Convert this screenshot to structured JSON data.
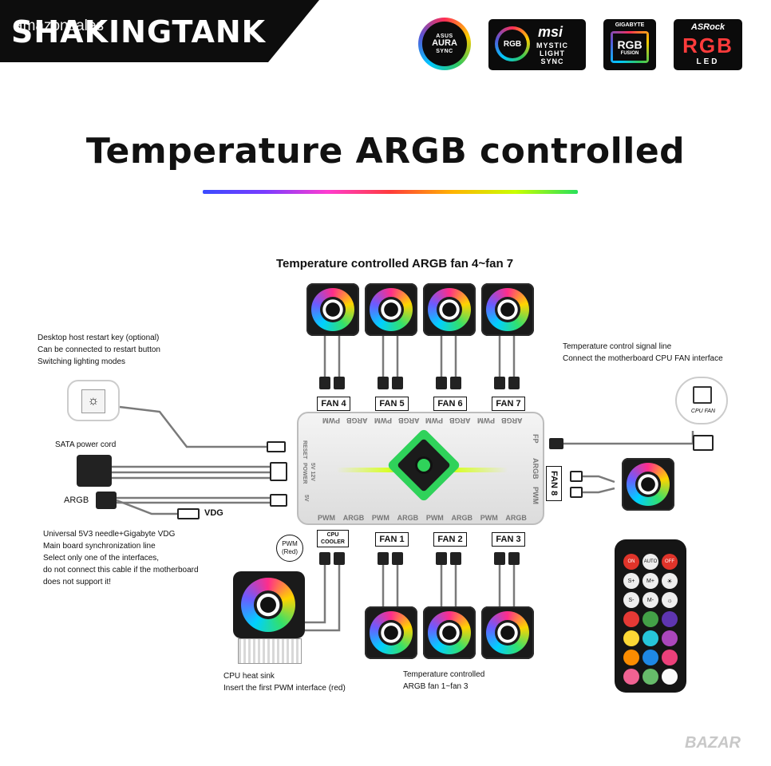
{
  "header": {
    "brand": "SHAKINGTANK",
    "watermark": "amazonsales",
    "logos": {
      "asus": {
        "top": "ASUS",
        "main": "AURA",
        "bottom": "SYNC"
      },
      "msi": {
        "ring": "RGB",
        "brand": "msi",
        "line1": "MYSTIC",
        "line2": "LIGHT",
        "line3": "SYNC"
      },
      "gigabyte": {
        "brand": "GIGABYTE",
        "main": "RGB",
        "sub": "FUSION"
      },
      "asrock": {
        "brand": "ASRock",
        "main": "RGB",
        "sub": "LED"
      }
    }
  },
  "title": "Temperature ARGB controlled",
  "top_fans_heading": "Temperature controlled ARGB fan 4~fan 7",
  "bottom_fans_note": {
    "line1": "Temperature controlled",
    "line2": "ARGB fan 1~fan 3"
  },
  "fan_labels": {
    "fan4": "FAN 4",
    "fan5": "FAN 5",
    "fan6": "FAN 6",
    "fan7": "FAN 7",
    "fan1": "FAN 1",
    "fan2": "FAN 2",
    "fan3": "FAN 3",
    "fan8": "FAN 8",
    "cpu_cooler_1": "CPU",
    "cpu_cooler_2": "COOLER"
  },
  "hub_ports": {
    "top": [
      "PWM",
      "ARGB",
      "PWM",
      "ARGB",
      "PWM",
      "ARGB",
      "PWM",
      "ARGB"
    ],
    "bottom": [
      "PWM",
      "ARGB",
      "PWM",
      "ARGB",
      "PWM",
      "ARGB",
      "PWM",
      "ARGB"
    ],
    "left_reset": "RESET",
    "left_power": "POWER",
    "left_12v": "5V 12V",
    "left_5v": "5V",
    "right_fp": "FP",
    "right_argb": "ARGB",
    "right_pwm": "PWM"
  },
  "notes": {
    "restart": {
      "l1": "Desktop host restart key (optional)",
      "l2": "Can be connected to restart button",
      "l3": "Switching lighting modes"
    },
    "sata": "SATA power cord",
    "argb": "ARGB",
    "vdg": "VDG",
    "sync": {
      "l1": "Universal 5V3 needle+Gigabyte VDG",
      "l2": "Main board synchronization line",
      "l3": "Select only one of the interfaces,",
      "l4": "do not connect this cable if the motherboard",
      "l5": "does not support it!"
    },
    "signal": {
      "l1": "Temperature control signal line",
      "l2": "Connect the motherboard CPU FAN interface"
    },
    "cpu_fan": "CPU FAN",
    "pwm_red": {
      "l1": "PWM",
      "l2": "(Red)"
    },
    "heatsink": {
      "l1": "CPU heat sink",
      "l2": "Insert the first PWM interface (red)"
    }
  },
  "remote": {
    "on": "ON",
    "auto": "AUTO",
    "off": "OFF",
    "s_plus": "S+",
    "m_plus": "M+",
    "s_minus": "S-",
    "m_minus": "M-"
  },
  "corner_mark": "BAZAR",
  "colors": {
    "black": "#111111",
    "hub_green": "#2fd25a",
    "hub_yellow": "#d8ff2a"
  }
}
